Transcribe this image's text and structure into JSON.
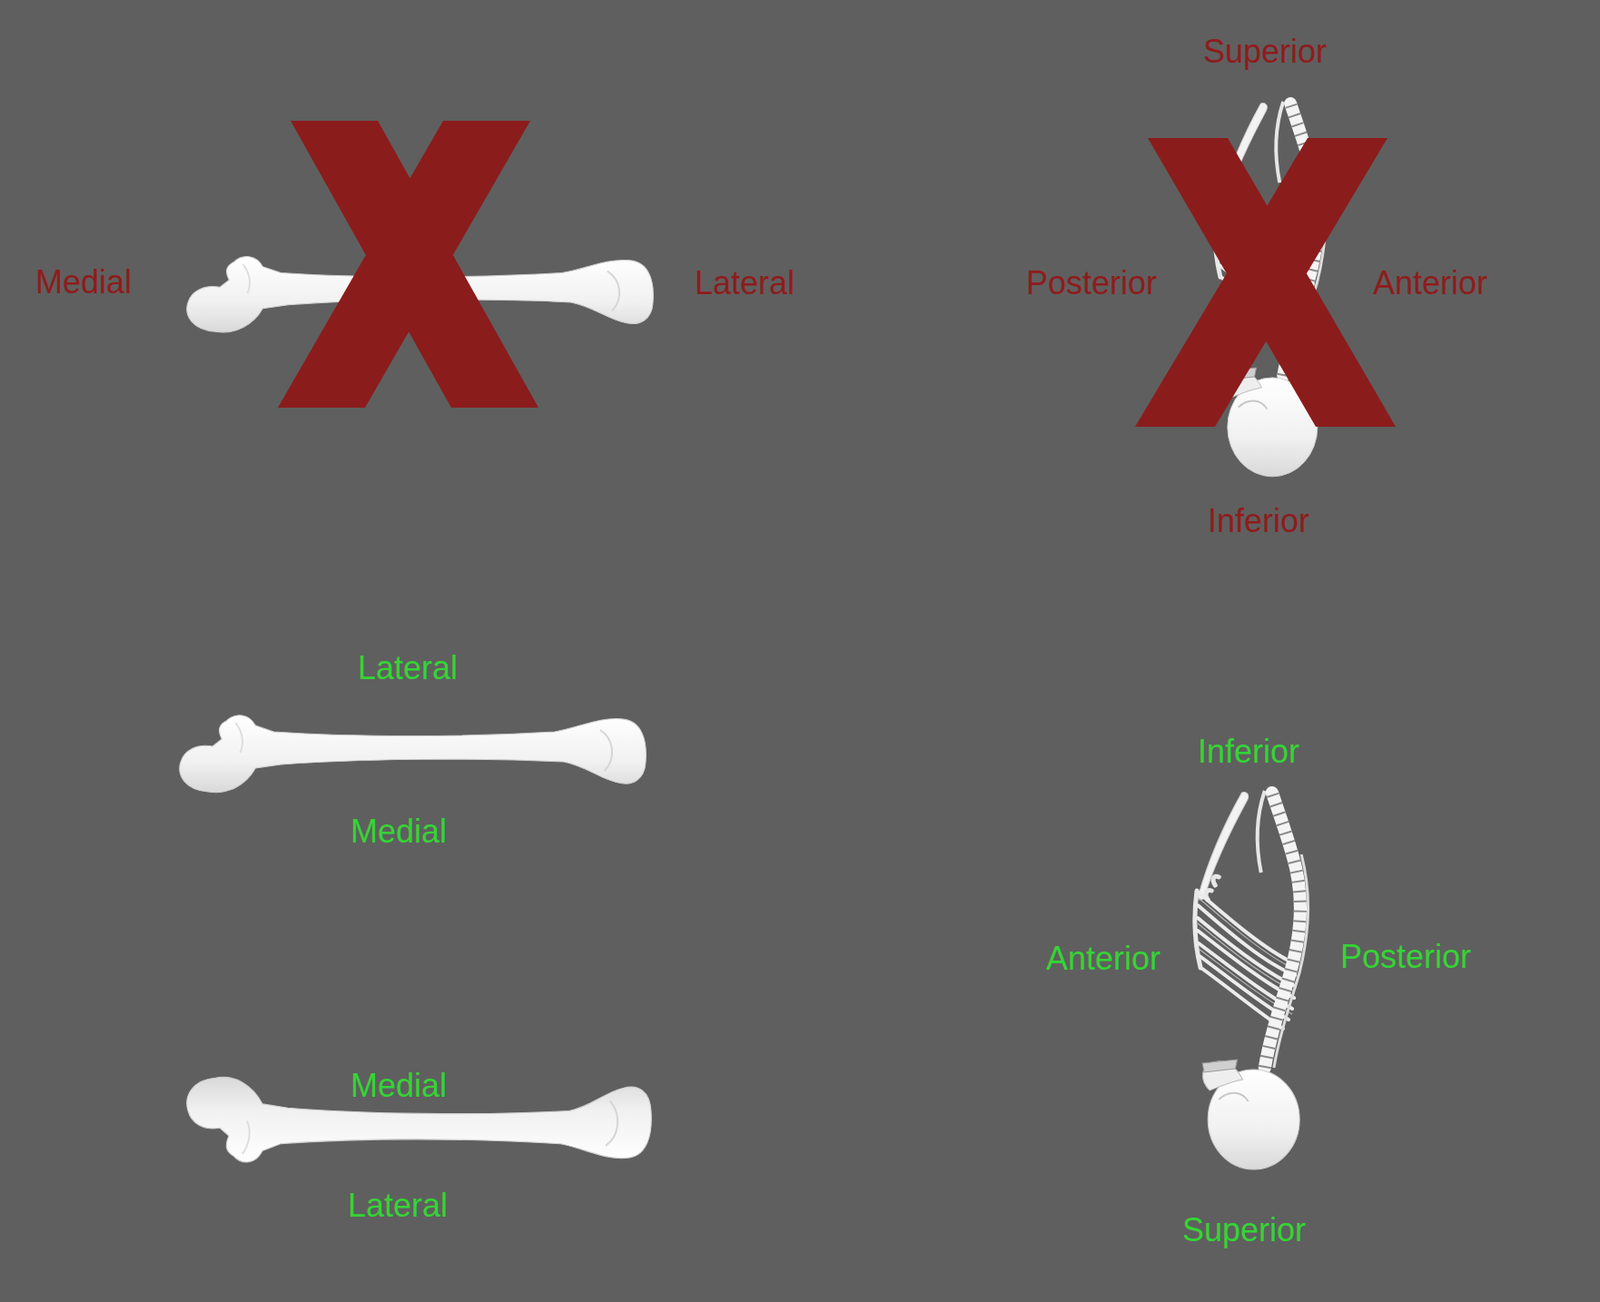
{
  "diagram": {
    "labels": [
      "Medial",
      "Lateral",
      "Superior",
      "Posterior",
      "Anterior",
      "Inferior",
      "Lateral",
      "Medial",
      "Medial",
      "Lateral",
      "Inferior",
      "Anterior",
      "Posterior",
      "Superior"
    ]
  }
}
